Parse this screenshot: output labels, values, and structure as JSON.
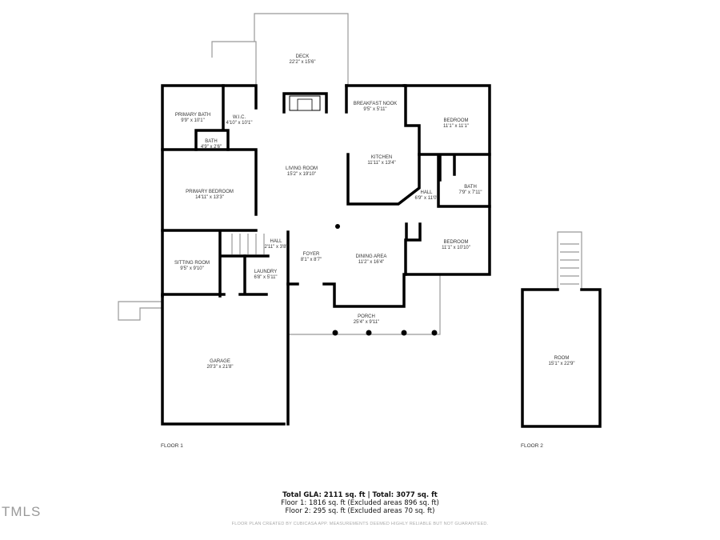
{
  "rooms": [
    {
      "name": "DECK",
      "dims": "22'2\" x 15'6\""
    },
    {
      "name": "PRIMARY BATH",
      "dims": "9'9\" x 10'1\""
    },
    {
      "name": "W.I.C.",
      "dims": "4'10\" x 10'1\""
    },
    {
      "name": "BATH",
      "dims": "4'9\" x 2'6\""
    },
    {
      "name": "BREAKFAST NOOK",
      "dims": "9'5\" x 5'11\""
    },
    {
      "name": "BEDROOM",
      "dims": "11'1\" x 11'1\""
    },
    {
      "name": "KITCHEN",
      "dims": "11'11\" x 13'4\""
    },
    {
      "name": "LIVING ROOM",
      "dims": "15'2\" x 19'10\""
    },
    {
      "name": "PRIMARY BEDROOM",
      "dims": "14'11\" x 13'3\""
    },
    {
      "name": "BATH",
      "dims": "7'9\" x 7'11\""
    },
    {
      "name": "HALL",
      "dims": "6'9\" x 11'0\""
    },
    {
      "name": "HALL",
      "dims": "2'11\" x 3'8\""
    },
    {
      "name": "BEDROOM",
      "dims": "11'1\" x 10'10\""
    },
    {
      "name": "FOYER",
      "dims": "8'1\" x 8'7\""
    },
    {
      "name": "DINING AREA",
      "dims": "11'2\" x 16'4\""
    },
    {
      "name": "SITTING ROOM",
      "dims": "9'5\" x 9'10\""
    },
    {
      "name": "LAUNDRY",
      "dims": "6'8\" x 5'11\""
    },
    {
      "name": "PORCH",
      "dims": "25'4\" x 9'11\""
    },
    {
      "name": "GARAGE",
      "dims": "20'3\" x 21'8\""
    },
    {
      "name": "ROOM",
      "dims": "15'1\" x 22'9\""
    }
  ],
  "floor_labels": [
    "FLOOR 1",
    "FLOOR 2"
  ],
  "summary": {
    "total": "Total GLA: 2111 sq. ft | Total: 3077 sq. ft",
    "floor1": "Floor 1: 1816 sq. ft (Excluded areas 896 sq. ft)",
    "floor2": "Floor 2: 295 sq. ft (Excluded areas 70 sq. ft)"
  },
  "disclaimer": "FLOOR PLAN CREATED BY CUBICASA APP. MEASUREMENTS DEEMED HIGHLY RELIABLE BUT NOT GUARANTEED.",
  "logo": "TMLS",
  "colors": {
    "wall": "#000000",
    "thin": "#888888",
    "label": "#333333"
  }
}
